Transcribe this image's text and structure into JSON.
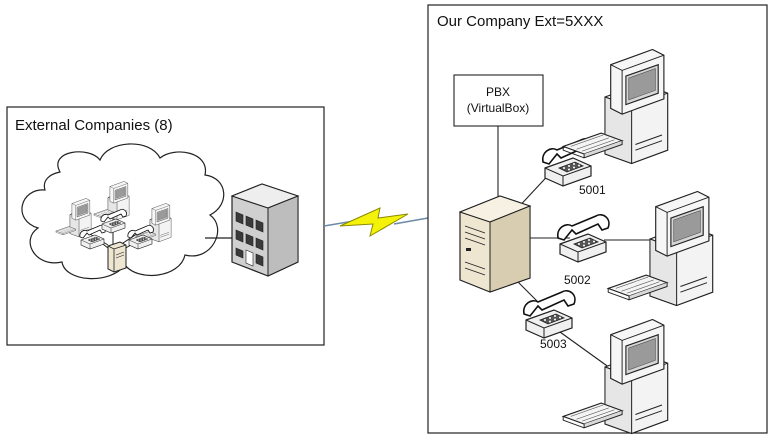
{
  "external": {
    "title": "External Companies (8)"
  },
  "company": {
    "title": "Our Company Ext=5XXX",
    "pbx_label_line1": "PBX",
    "pbx_label_line2": "(VirtualBox)",
    "extensions": [
      "5001",
      "5002",
      "5003"
    ]
  },
  "colors": {
    "border": "#222222",
    "lightning_fill": "#f5f20a",
    "lightning_stroke": "#8a8a00",
    "link_line": "#6b8aa8",
    "server_beige": "#efe6d2",
    "building_gray": "#c9c9c9"
  }
}
